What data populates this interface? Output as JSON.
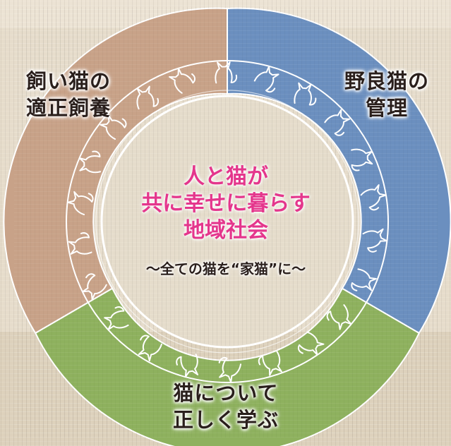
{
  "colors": {
    "segment_left": "#c8a288",
    "segment_right": "#6b8fbf",
    "segment_bottom": "#8eb15e",
    "center_fill": "#e5dccb",
    "title_pink": "#e4368c"
  },
  "segments": [
    {
      "position": "left",
      "lines": [
        "飼い猫の",
        "適正飼養"
      ]
    },
    {
      "position": "right",
      "lines": [
        "野良猫の",
        "管理"
      ]
    },
    {
      "position": "bottom",
      "lines": [
        "猫について",
        "正しく学ぶ"
      ]
    }
  ],
  "center": {
    "title_lines": [
      "人と猫が",
      "共に幸せに暮らす",
      "地域社会"
    ],
    "subtitle": "～全ての猫を“家猫”に～"
  }
}
